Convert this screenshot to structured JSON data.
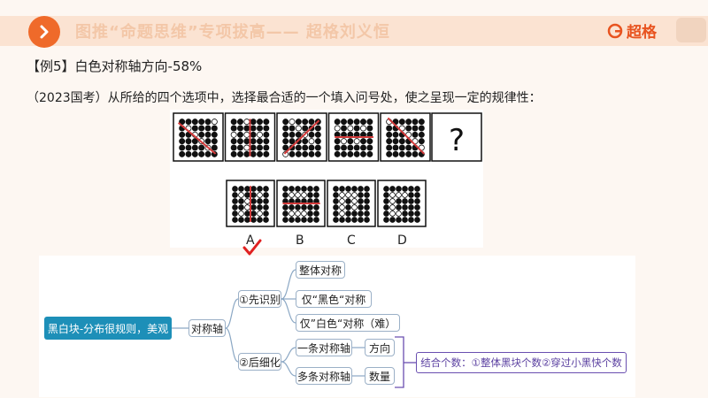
{
  "header": {
    "title": "图推“命题思维”专项拔高—— 超格刘义恒",
    "brand": "超格"
  },
  "example_title": "【例5】白色对称轴方向-58%",
  "question": "（2023国考）从所给的四个选项中，选择最合适的一个填入问号处，使之呈现一定的规律性：",
  "puzzle": {
    "question_mark": "?",
    "option_labels": [
      "A",
      "B",
      "C",
      "D"
    ],
    "answer_mark": "✓"
  },
  "mindmap": {
    "root": "黑白块-分布很规则，美观",
    "level1": "对称轴",
    "branch1": "①先识别",
    "branch1_items": [
      "整体对称",
      "仅“黑色“对称",
      "仅”白色“对称（难）"
    ],
    "branch2": "②后细化",
    "branch2_items": [
      {
        "label": "一条对称轴",
        "detail": "方向"
      },
      {
        "label": "多条对称轴",
        "detail": "数量"
      }
    ],
    "summary": "结合个数：①整体黑块个数②穿过小黑快个数"
  },
  "colors": {
    "accent": "#ef6a2a",
    "root_node": "#1d8fb8",
    "check": "#e02020",
    "axis_line": "#d43a3a",
    "summary_border": "#6a4fb0"
  }
}
